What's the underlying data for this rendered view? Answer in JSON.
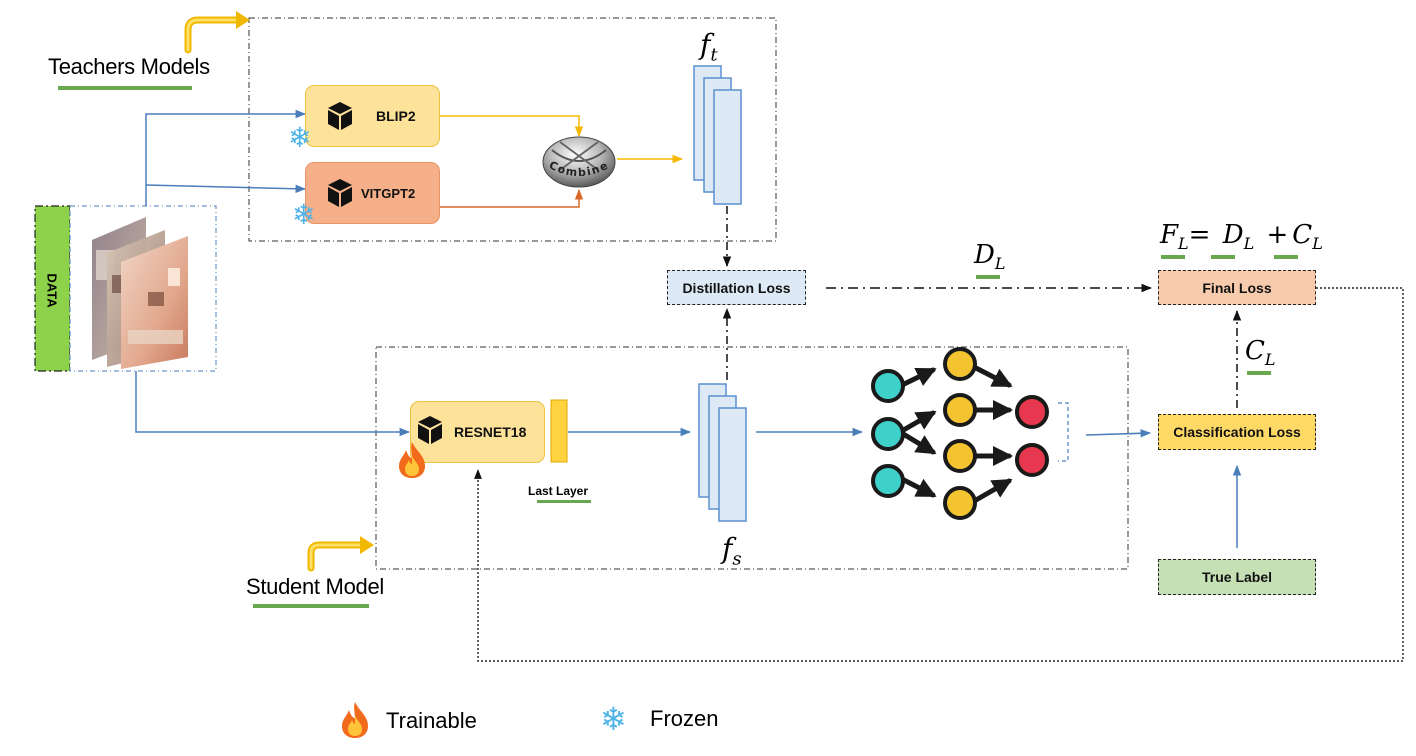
{
  "labels": {
    "teachers_models": "Teachers Models",
    "student_model": "Student Model",
    "data": "DATA",
    "blip2": "BLIP2",
    "vitgpt2": "VITGPT2",
    "resnet18": "RESNET18",
    "combine": "Combine",
    "last_layer": "Last Layer",
    "distillation_loss": "Distillation Loss",
    "final_loss": "Final Loss",
    "classification_loss": "Classification Loss",
    "true_label": "True Label"
  },
  "math": {
    "ft_base": "f",
    "ft_sub": "t",
    "fs_base": "f",
    "fs_sub": "s",
    "dl_base": "D",
    "dl_sub": "L",
    "cl_base": "C",
    "cl_sub": "L",
    "fl_base": "F",
    "fl_sub": "L",
    "equals": "=",
    "plus": "+"
  },
  "legend": {
    "trainable": "Trainable",
    "frozen": "Frozen"
  },
  "colors": {
    "data_green": "#8ed14a",
    "underline_green": "#6aa84f",
    "blip_fill": "#fde39a",
    "vitgpt_fill": "#f5b08a",
    "resnet_fill": "#fde39a",
    "distill_fill": "#dde9f5",
    "final_fill": "#f8cbad",
    "class_fill": "#ffd966",
    "truelabel_fill": "#c5e0b4",
    "arrow_blue": "#4a7ebb",
    "arrow_yellow": "#f5b800",
    "arrow_orange": "#d9692a",
    "node_cyan": "#3fd0c9",
    "node_yellow": "#f4c430",
    "node_red": "#e8384f"
  },
  "icons": {
    "trainable": "flame-icon",
    "frozen": "snowflake-icon",
    "model": "cube-icon"
  }
}
